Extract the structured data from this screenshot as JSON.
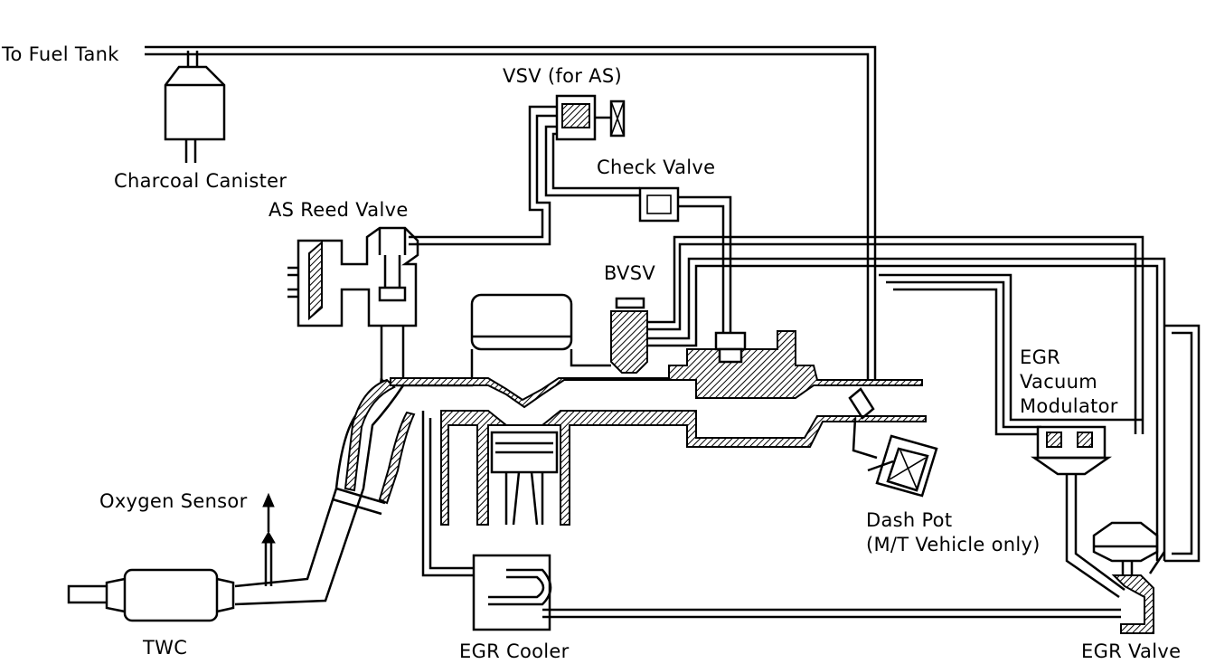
{
  "labels": {
    "to_fuel_tank": "To Fuel Tank",
    "charcoal_canister": "Charcoal Canister",
    "vsv": "VSV (for AS)",
    "check_valve": "Check Valve",
    "as_reed_valve": "AS Reed Valve",
    "bvsv": "BVSV",
    "egr_vacuum_modulator_1": "EGR",
    "egr_vacuum_modulator_2": "Vacuum",
    "egr_vacuum_modulator_3": "Modulator",
    "oxygen_sensor": "Oxygen Sensor",
    "dash_pot_1": "Dash Pot",
    "dash_pot_2": "(M/T Vehicle only)",
    "twc": "TWC",
    "egr_cooler": "EGR Cooler",
    "egr_valve": "EGR Valve"
  }
}
